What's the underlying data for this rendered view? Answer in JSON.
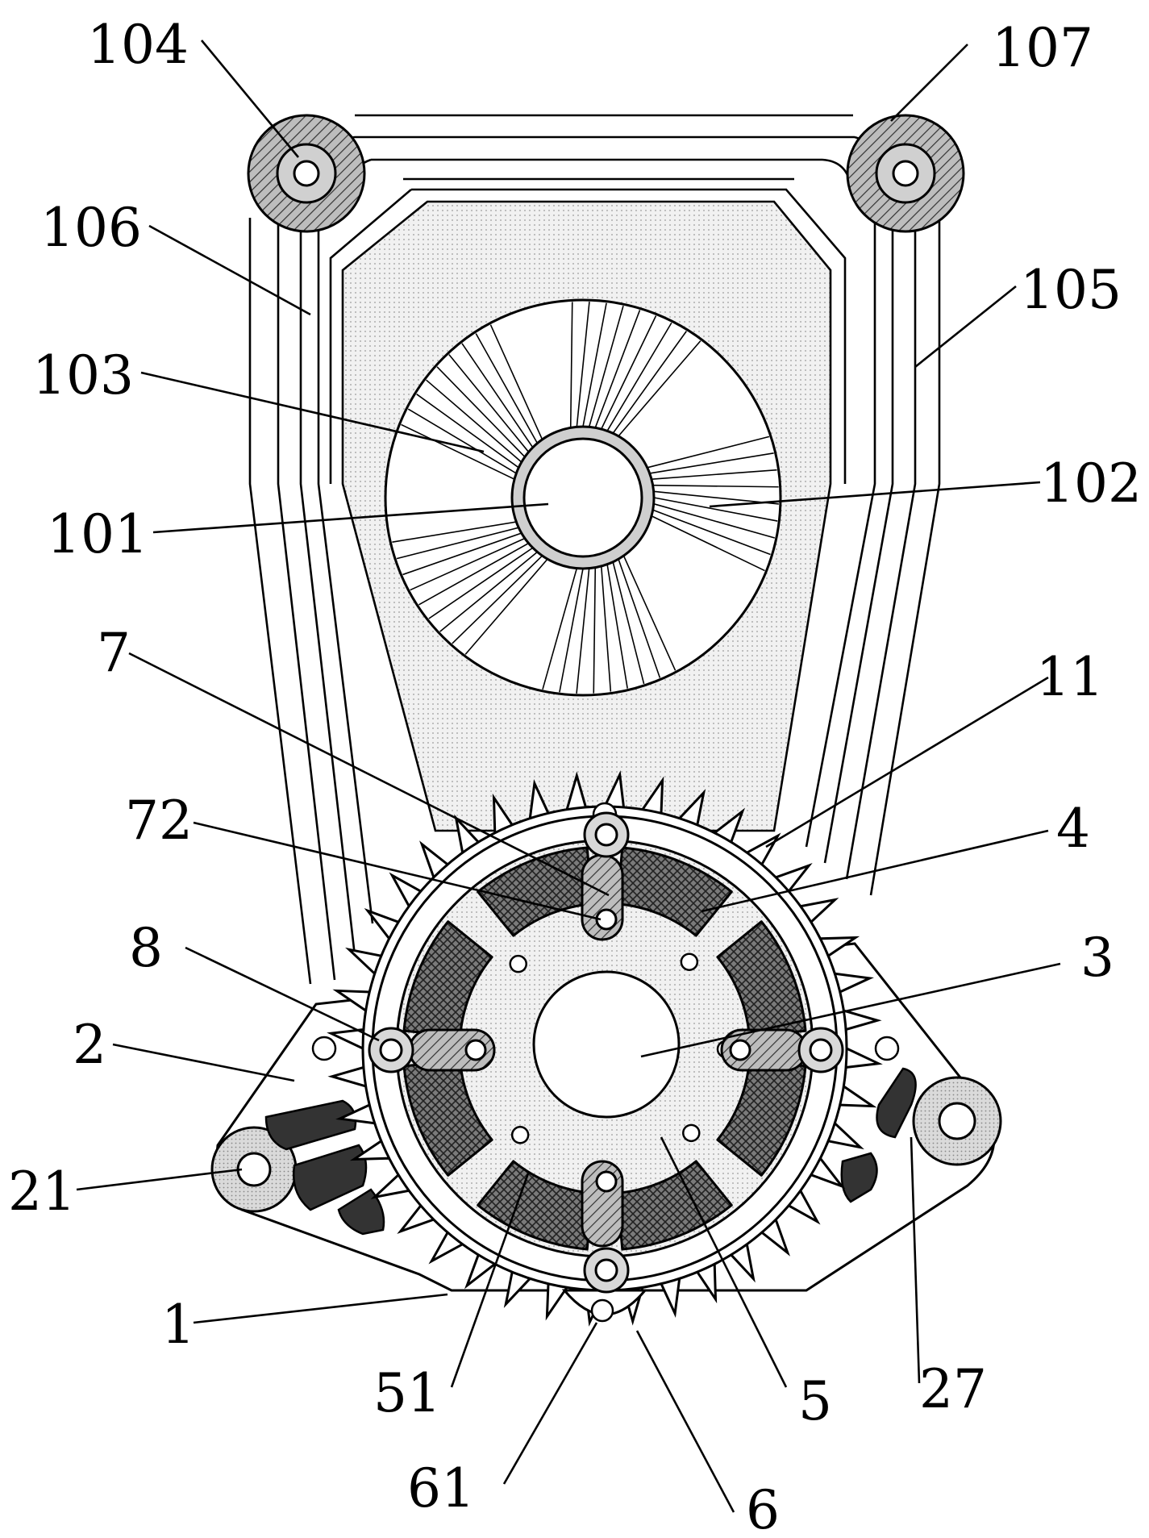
{
  "figure": {
    "labels": {
      "l104": "104",
      "l107": "107",
      "l106": "106",
      "l105": "105",
      "l103": "103",
      "l102": "102",
      "l101": "101",
      "l7": "7",
      "l11": "11",
      "l72": "72",
      "l4": "4",
      "l8": "8",
      "l3": "3",
      "l2": "2",
      "l21": "21",
      "l1": "1",
      "l51": "51",
      "l5": "5",
      "l27": "27",
      "l61": "61",
      "l6": "6"
    }
  }
}
